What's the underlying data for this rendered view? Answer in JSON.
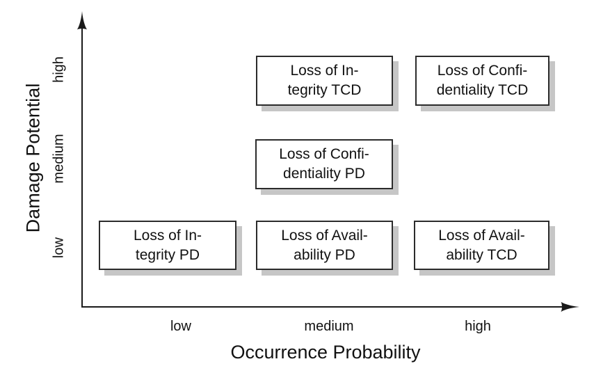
{
  "figure": {
    "colors": {
      "background": "#ffffff",
      "text": "#111111",
      "axis": "#1a1a1a",
      "box_border": "#2b2b2b",
      "box_fill": "#ffffff",
      "box_shadow": "#c6c6c6"
    }
  },
  "chart_data": {
    "type": "scatter",
    "title": "",
    "xlabel": "Occurrence Probability",
    "ylabel": "Damage Potential",
    "x_ticks": [
      "low",
      "medium",
      "high"
    ],
    "y_ticks": [
      "low",
      "medium",
      "high"
    ],
    "grid": false,
    "legend": false,
    "points": [
      {
        "x": "medium",
        "y": "high",
        "label": "Loss of Integrity TCD"
      },
      {
        "x": "high",
        "y": "high",
        "label": "Loss of Confidentiality TCD"
      },
      {
        "x": "medium",
        "y": "medium",
        "label": "Loss of Confidentiality PD"
      },
      {
        "x": "low",
        "y": "low",
        "label": "Loss of Integrity PD"
      },
      {
        "x": "medium",
        "y": "low",
        "label": "Loss of Availability PD"
      },
      {
        "x": "high",
        "y": "low",
        "label": "Loss of Availability TCD"
      }
    ]
  },
  "boxes": [
    {
      "line1": "Loss of In-",
      "line2": "tegrity TCD"
    },
    {
      "line1": "Loss of Confi-",
      "line2": "dentiality TCD"
    },
    {
      "line1": "Loss of Confi-",
      "line2": "dentiality PD"
    },
    {
      "line1": "Loss of In-",
      "line2": "tegrity PD"
    },
    {
      "line1": "Loss of Avail-",
      "line2": "ability PD"
    },
    {
      "line1": "Loss of Avail-",
      "line2": "ability TCD"
    }
  ]
}
